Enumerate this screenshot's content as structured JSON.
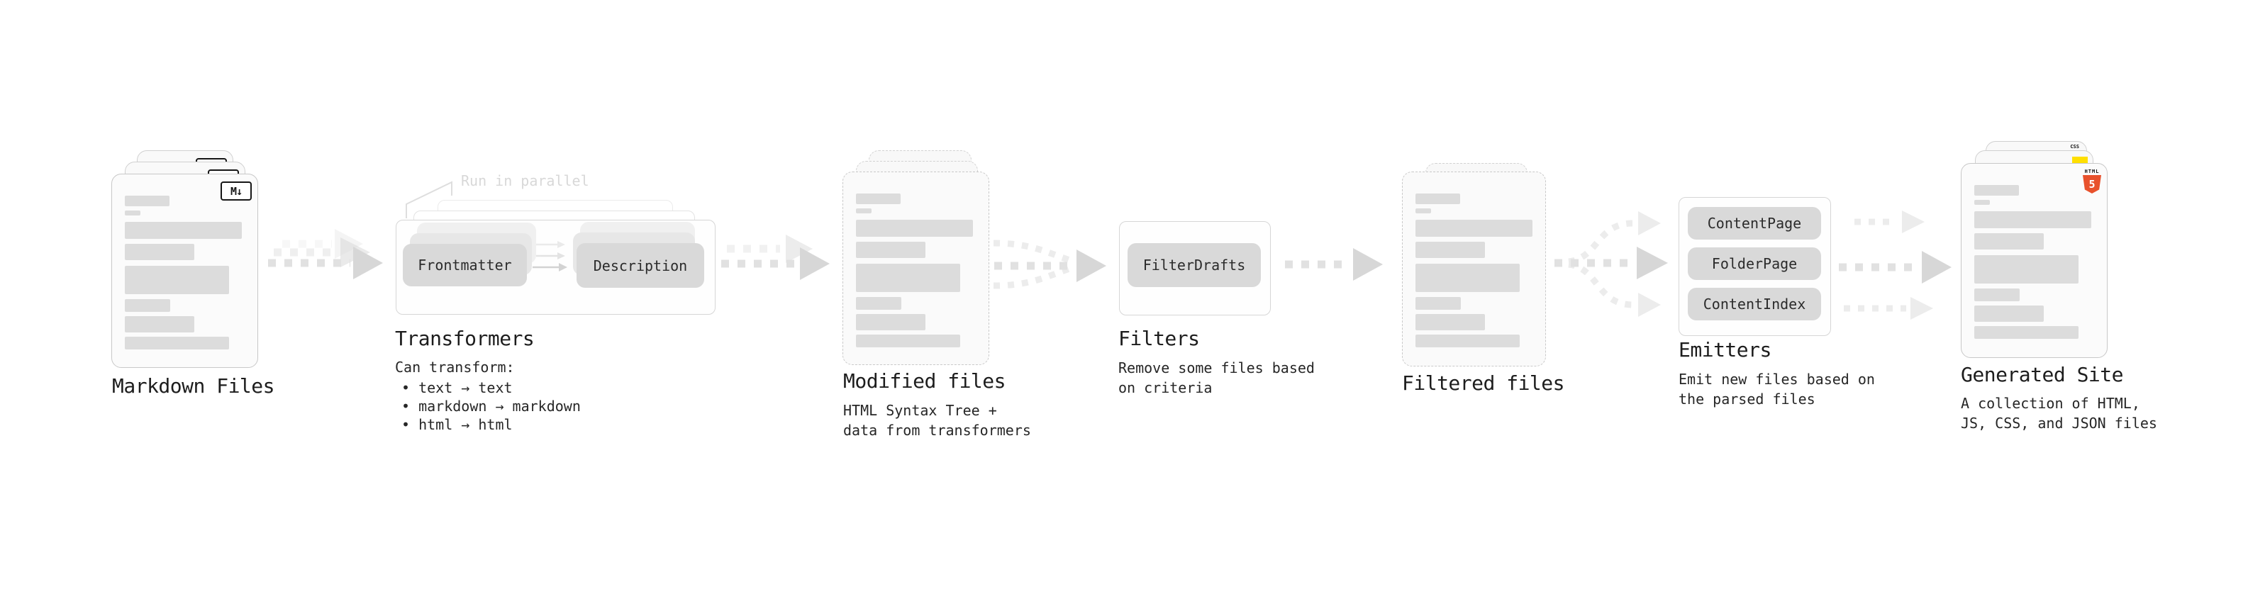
{
  "colors": {
    "canvas_bg": "#ffffff",
    "placeholder_bar_gray": "#dcdcdc",
    "pill_gray": "#d9d9d9",
    "arrow_gray": "#d7d7d7",
    "annotation_gray": "#d8d8d8",
    "html5_orange": "#e8512c",
    "js_yellow": "#ffdf00",
    "css_blue": "#2f6df6",
    "markdown_badge_black": "#161616"
  },
  "stages": {
    "markdown_files": {
      "title": "Markdown Files",
      "badge": "M↓",
      "file_count": 3
    },
    "transformers": {
      "annotation": "Run in parallel",
      "pills": [
        "Frontmatter",
        "Description"
      ],
      "title": "Transformers",
      "description": "Can transform:",
      "bullets": [
        "text → text",
        "markdown → markdown",
        "html → html"
      ]
    },
    "modified_files": {
      "title": "Modified files",
      "description": "HTML Syntax Tree +\ndata from transformers"
    },
    "filters": {
      "pills": [
        "FilterDrafts"
      ],
      "title": "Filters",
      "description": "Remove some files based\non criteria"
    },
    "filtered_files": {
      "title": "Filtered files"
    },
    "emitters": {
      "pills": [
        "ContentPage",
        "FolderPage",
        "ContentIndex"
      ],
      "title": "Emitters",
      "description": "Emit new files based on\nthe parsed files"
    },
    "generated_site": {
      "title": "Generated Site",
      "description": "A collection of HTML,\nJS, CSS, and JSON files",
      "file_badges": {
        "css": "CSS",
        "html_word": "HTML",
        "html_number": "5"
      }
    }
  }
}
